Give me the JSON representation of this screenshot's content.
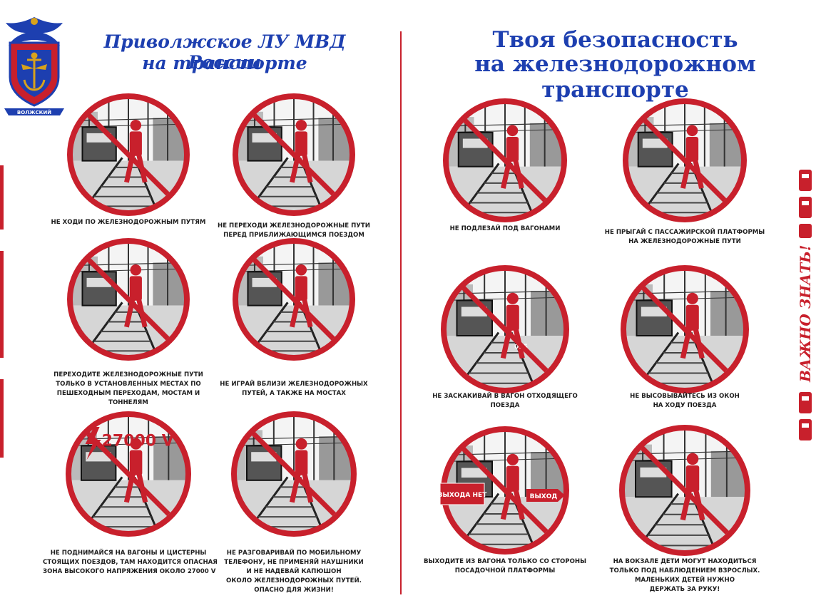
{
  "header": {
    "left_line1": "Приволжское ЛУ МВД России",
    "left_line2": "на транспорте",
    "right_line1": "Твоя безопасность",
    "right_line2": "на железнодорожном транспорте"
  },
  "side_label": "ВАЖНО ЗНАТЬ!",
  "emblem_ribbon": "ВОЛЖСКИЙ",
  "colors": {
    "accent": "#c8202c",
    "heading": "#1d3fb0",
    "text": "#1e1e1e"
  },
  "rules": [
    {
      "lines": [
        "НЕ ХОДИ ПО ЖЕЛЕЗНОДОРОЖНЫМ ПУТЯМ"
      ]
    },
    {
      "lines": [
        "НЕ ПЕРЕХОДИ ЖЕЛЕЗНОДОРОЖНЫЕ ПУТИ",
        "ПЕРЕД ПРИБЛИЖАЮЩИМСЯ ПОЕЗДОМ"
      ]
    },
    {
      "lines": [
        "ПЕРЕХОДИТЕ ЖЕЛЕЗНОДОРОЖНЫЕ ПУТИ",
        "ТОЛЬКО В УСТАНОВЛЕННЫХ МЕСТАХ ПО",
        "ПЕШЕХОДНЫМ ПЕРЕХОДАМ, МОСТАМ И",
        "ТОННЕЛЯМ"
      ]
    },
    {
      "lines": [
        "НЕ ИГРАЙ ВБЛИЗИ ЖЕЛЕЗНОДОРОЖНЫХ",
        "ПУТЕЙ, А ТАКЖЕ НА МОСТАХ"
      ]
    },
    {
      "lines": [
        "НЕ ПОДНИМАЙСЯ НА ВАГОНЫ И ЦИСТЕРНЫ",
        "СТОЯЩИХ ПОЕЗДОВ, ТАМ НАХОДИТСЯ ОПАСНАЯ",
        "ЗОНА ВЫСОКОГО НАПРЯЖЕНИЯ ОКОЛО 27000 V"
      ],
      "sign_text": "27000 V"
    },
    {
      "lines": [
        "НЕ РАЗГОВАРИВАЙ ПО МОБИЛЬНОМУ",
        "ТЕЛЕФОНУ, НЕ ПРИМЕНЯЙ НАУШНИКИ",
        "И НЕ НАДЕВАЙ КАПЮШОН",
        "ОКОЛО ЖЕЛЕЗНОДОРОЖНЫХ ПУТЕЙ.",
        "ОПАСНО ДЛЯ ЖИЗНИ!"
      ]
    },
    {
      "lines": [
        "НЕ ПОДЛЕЗАЙ ПОД ВАГОНАМИ"
      ]
    },
    {
      "lines": [
        "НЕ ПРЫГАЙ С ПАССАЖИРСКОЙ ПЛАТФОРМЫ",
        "НА ЖЕЛЕЗНОДОРОЖНЫЕ ПУТИ"
      ]
    },
    {
      "lines": [
        "НЕ ЗАСКАКИВАЙ В ВАГОН ОТХОДЯЩЕГО",
        "ПОЕЗДА"
      ],
      "sign_text": "015"
    },
    {
      "lines": [
        "НЕ ВЫСОВЫВАЙТЕСЬ ИЗ ОКОН",
        "НА ХОДУ ПОЕЗДА"
      ]
    },
    {
      "lines": [
        "ВЫХОДИТЕ ИЗ ВАГОНА ТОЛЬКО СО СТОРОНЫ",
        "ПОСАДОЧНОЙ ПЛАТФОРМЫ"
      ],
      "sign_text": "ВЫХОДА НЕТ",
      "sign_text2": "ВЫХОД"
    },
    {
      "lines": [
        "НА ВОКЗАЛЕ ДЕТИ МОГУТ НАХОДИТЬСЯ",
        "ТОЛЬКО ПОД НАБЛЮДЕНИЕМ ВЗРОСЛЫХ.",
        "МАЛЕНЬКИХ ДЕТЕЙ НУЖНО",
        "ДЕРЖАТЬ ЗА РУКУ!"
      ]
    }
  ]
}
